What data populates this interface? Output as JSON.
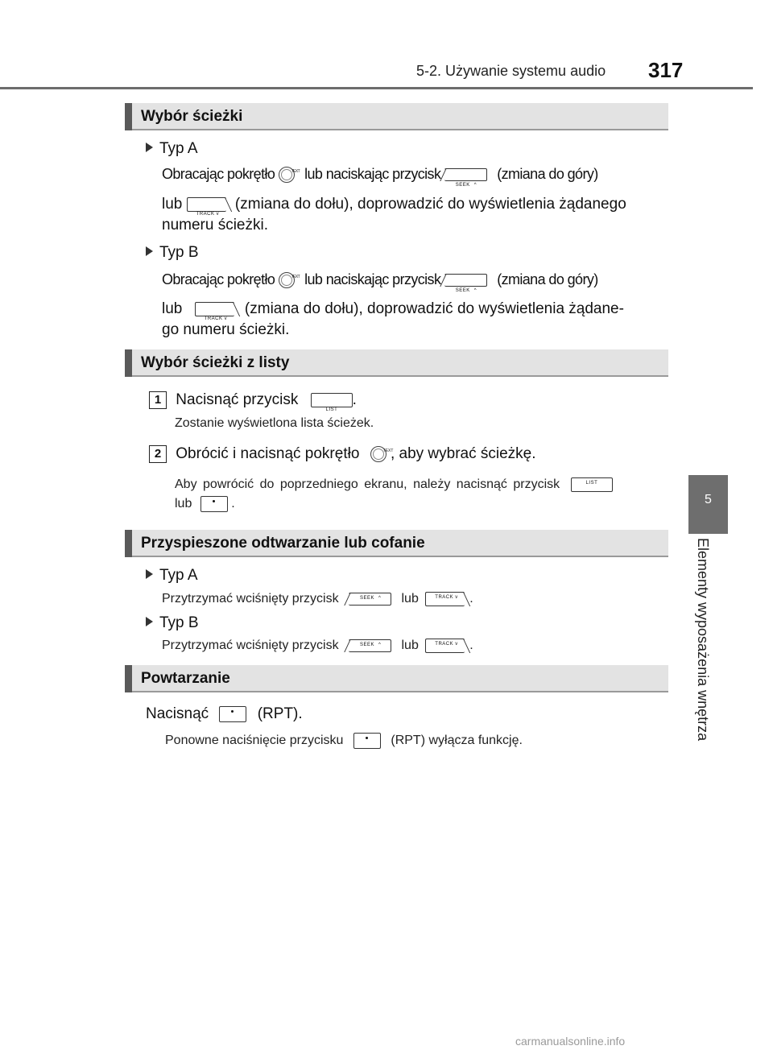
{
  "header": {
    "section": "5-2. Używanie systemu audio",
    "page_number": "317"
  },
  "side_tab": {
    "number": "5",
    "label": "Elementy wyposażenia wnętrza"
  },
  "sections": {
    "s1": {
      "title": "Wybór ścieżki",
      "typ_a": "Typ A",
      "a_line1_pre": "Obracając pokrętło",
      "a_line1_mid": "lub naciskając przycisk",
      "a_line1_post": "(zmiana do góry)",
      "a_line2_pre": "lub",
      "a_line2_post": "(zmiana do dołu), doprowadzić do wyświetlenia żądanego",
      "a_line3": "numeru ścieżki.",
      "typ_b": "Typ B",
      "b_line1_pre": "Obracając pokrętło",
      "b_line1_mid": "lub naciskając przycisk",
      "b_line1_post": "(zmiana do góry)",
      "b_line2_pre": "lub",
      "b_line2_post": "(zmiana do dołu), doprowadzić do wyświetlenia żądane-",
      "b_line3": "go numeru ścieżki."
    },
    "s2": {
      "title": "Wybór ścieżki z listy",
      "step1_num": "1",
      "step1_pre": "Nacisnąć przycisk",
      "step1_post": ".",
      "step1_note": "Zostanie wyświetlona lista ścieżek.",
      "step2_num": "2",
      "step2_pre": "Obrócić i nacisnąć pokrętło",
      "step2_post": ", aby wybrać ścieżkę.",
      "step2_note1": "Aby powrócić do poprzedniego ekranu, należy nacisnąć przycisk",
      "step2_note2_pre": "lub",
      "step2_note2_post": "."
    },
    "s3": {
      "title": "Przyspieszone odtwarzanie lub cofanie",
      "typ_a": "Typ A",
      "a_pre": "Przytrzymać wciśnięty przycisk",
      "a_mid": "lub",
      "a_post": ".",
      "typ_b": "Typ B",
      "b_pre": "Przytrzymać wciśnięty przycisk",
      "b_mid": "lub",
      "b_post": "."
    },
    "s4": {
      "title": "Powtarzanie",
      "line_pre": "Nacisnąć",
      "line_post": "(RPT).",
      "note_pre": "Ponowne naciśnięcie przycisku",
      "note_post": "(RPT) wyłącza funkcję."
    }
  },
  "buttons": {
    "seek": "SEEK",
    "track": "TRACK",
    "list": "LIST",
    "knob": "TEXT"
  },
  "watermark": "carmanualsonline.info"
}
